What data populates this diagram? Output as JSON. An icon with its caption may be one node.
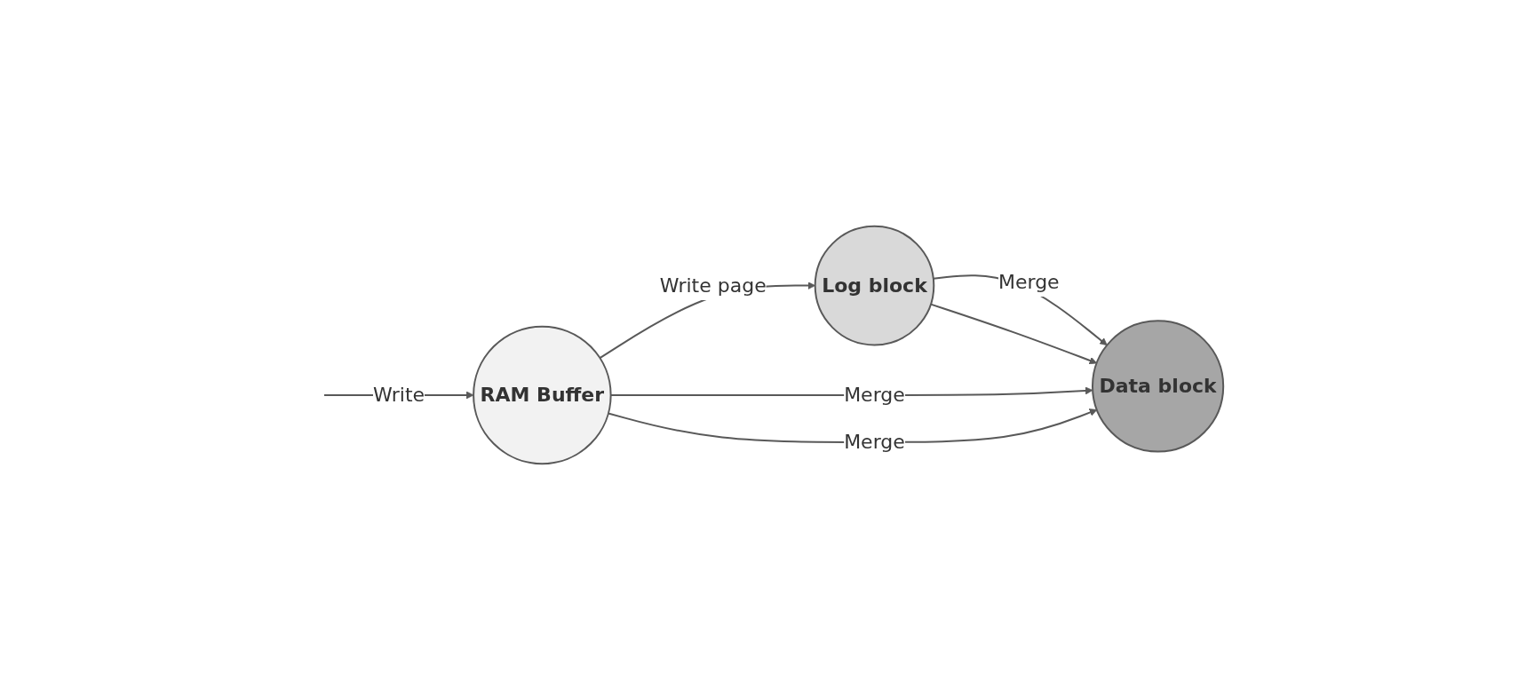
{
  "diagram": {
    "nodes": [
      {
        "text": [
          "RAM Buffer"
        ]
      },
      {
        "text": [
          "Log block"
        ]
      },
      {
        "text": [
          "Data block"
        ]
      }
    ],
    "edges": [
      {
        "from": null,
        "to": 0,
        "arrow": "to",
        "label": "Write"
      },
      {
        "from": 0,
        "to": 1,
        "arrow": "to",
        "label": "Write page"
      },
      {
        "from": 1,
        "to": 2,
        "arrow": "to",
        "label": "Merge"
      },
      {
        "from": 0,
        "to": 2,
        "arrow": "to",
        "label": "Merge"
      },
      {
        "from": 1,
        "to": 2,
        "arrow": "to"
      },
      {
        "from": 0,
        "to": 2,
        "arrow": "to",
        "label": "Merge"
      }
    ]
  }
}
